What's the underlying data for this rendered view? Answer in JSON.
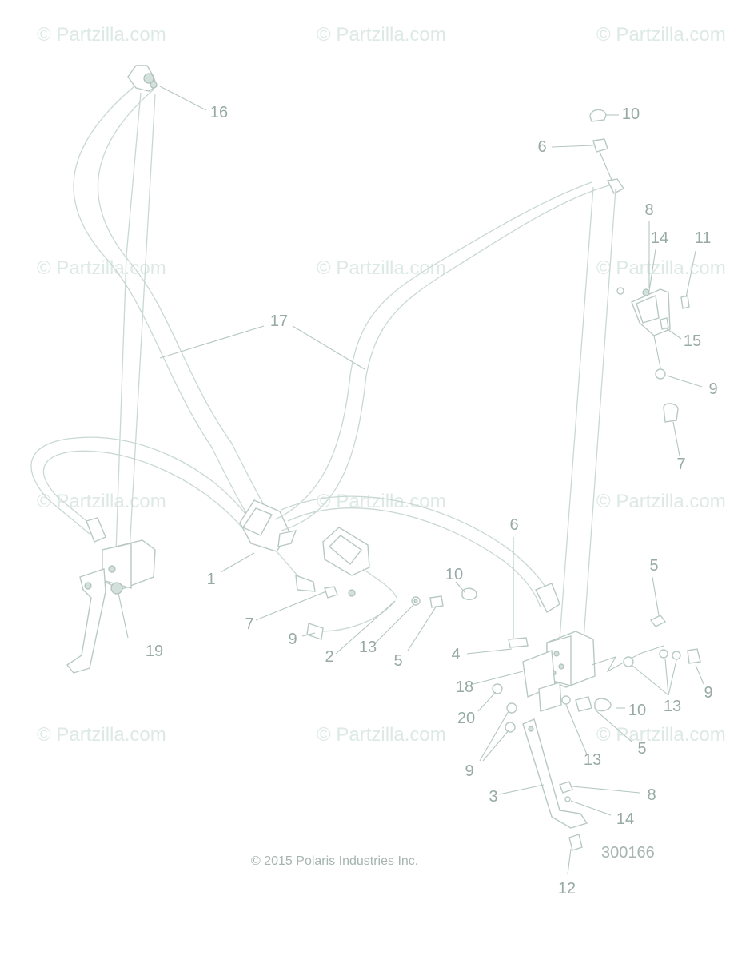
{
  "watermark": "© Partzilla.com",
  "copyright": "© 2015 Polaris Industries Inc.",
  "diagram_number": "300166",
  "callouts": {
    "c1": "1",
    "c2": "2",
    "c3": "3",
    "c4": "4",
    "c5a": "5",
    "c5b": "5",
    "c5c": "5",
    "c6a": "6",
    "c6b": "6",
    "c7a": "7",
    "c7b": "7",
    "c8a": "8",
    "c8b": "8",
    "c9a": "9",
    "c9b": "9",
    "c9c": "9",
    "c9d": "9",
    "c10a": "10",
    "c10b": "10",
    "c10c": "10",
    "c11": "11",
    "c12": "12",
    "c13a": "13",
    "c13b": "13",
    "c13c": "13",
    "c14a": "14",
    "c14b": "14",
    "c15": "15",
    "c16": "16",
    "c17": "17",
    "c18": "18",
    "c19": "19",
    "c20": "20"
  }
}
